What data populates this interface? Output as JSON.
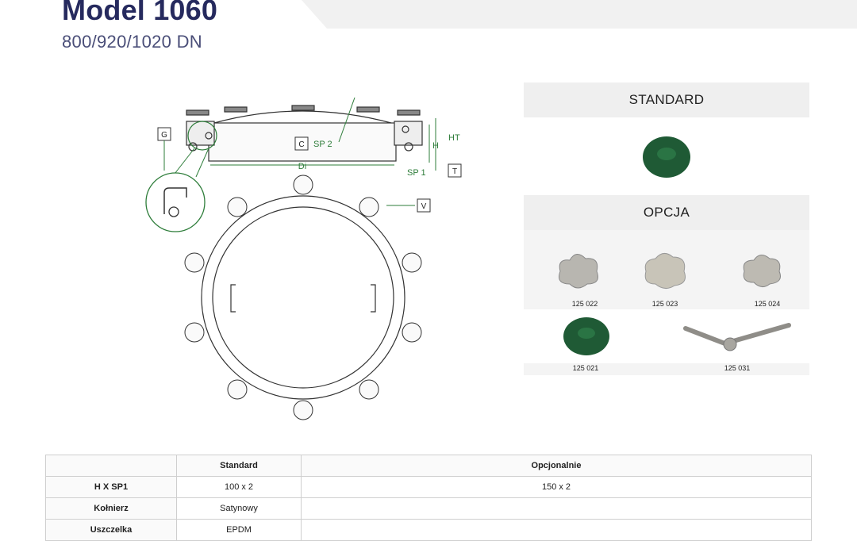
{
  "header": {
    "title": "Model 1060",
    "subtitle": "800/920/1020 DN"
  },
  "drawing": {
    "labels": {
      "g": "G",
      "c": "C",
      "sp2": "SP 2",
      "di": "Di",
      "h": "H",
      "ht": "HT",
      "sp1": "SP 1",
      "t": "T",
      "v": "V"
    }
  },
  "panel": {
    "standard_heading": "STANDARD",
    "option_heading": "OPCJA",
    "option_codes": [
      "125 022",
      "125 023",
      "125 024",
      "125 021",
      "125 031"
    ]
  },
  "table": {
    "headers": [
      "",
      "Standard",
      "Opcjonalnie"
    ],
    "rows": [
      {
        "label": "H X SP1",
        "standard": "100 x 2",
        "optional": "150 x 2"
      },
      {
        "label": "Kołnierz",
        "standard": "Satynowy",
        "optional": ""
      },
      {
        "label": "Uszczelka",
        "standard": "EPDM",
        "optional": ""
      }
    ]
  },
  "colors": {
    "title": "#262a5e",
    "dimension_green": "#2e7d3a",
    "knob_green": "#1f5a35",
    "band": "#f1f1f1"
  }
}
